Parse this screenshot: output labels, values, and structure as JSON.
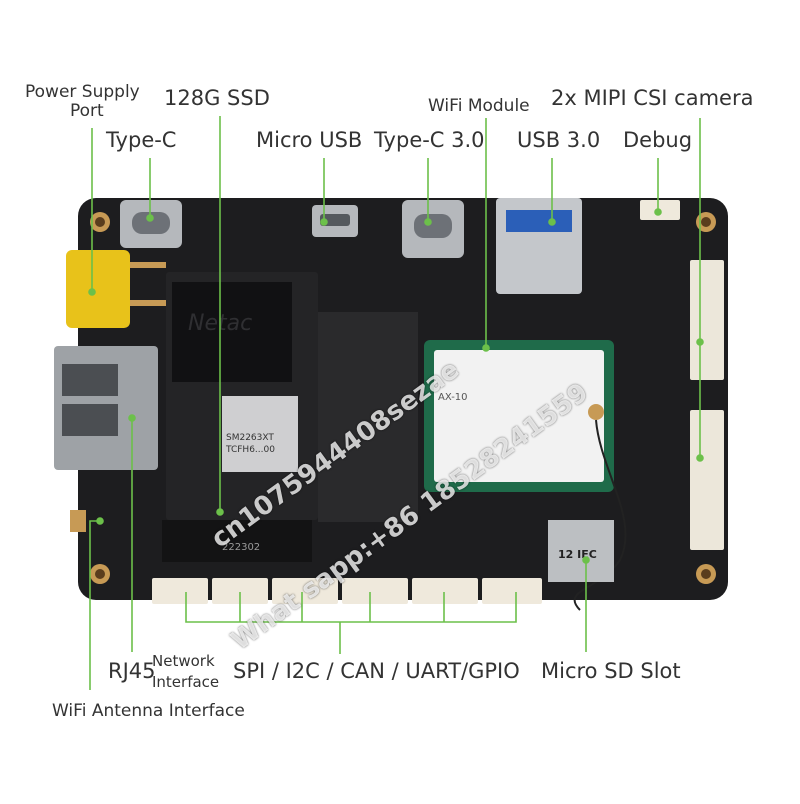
{
  "labels": {
    "power_supply_line1": "Power Supply",
    "power_supply_line2": "Port",
    "ssd": "128G SSD",
    "wifi_module": "WiFi Module",
    "mipi": "2x MIPI CSI camera",
    "type_c": "Type-C",
    "micro_usb": "Micro USB",
    "type_c_30": "Type-C 3.0",
    "usb_30": "USB 3.0",
    "debug": "Debug",
    "rj45": "RJ45",
    "network_line1": "Network",
    "network_line2": "Interface",
    "gpio": "SPI / I2C / CAN / UART/GPIO",
    "micro_sd": "Micro SD Slot",
    "wifi_antenna": "WiFi Antenna Interface"
  },
  "board_print": {
    "ssd_brand": "Netac",
    "chip_line1": "SM2263XT",
    "chip_line2": "TCFH6...00",
    "slot_code": "222302",
    "module_text": "AX-10",
    "sd_text": "12 IEC"
  },
  "watermark": {
    "line1": "cn1075944408sezae",
    "line2": "What sapp:+86 18528241559"
  },
  "colors": {
    "leader_line": "#6cc04a",
    "label_text": "#333333",
    "pcb": "#1d1d1f",
    "wifi_card": "#1f6b4a"
  }
}
